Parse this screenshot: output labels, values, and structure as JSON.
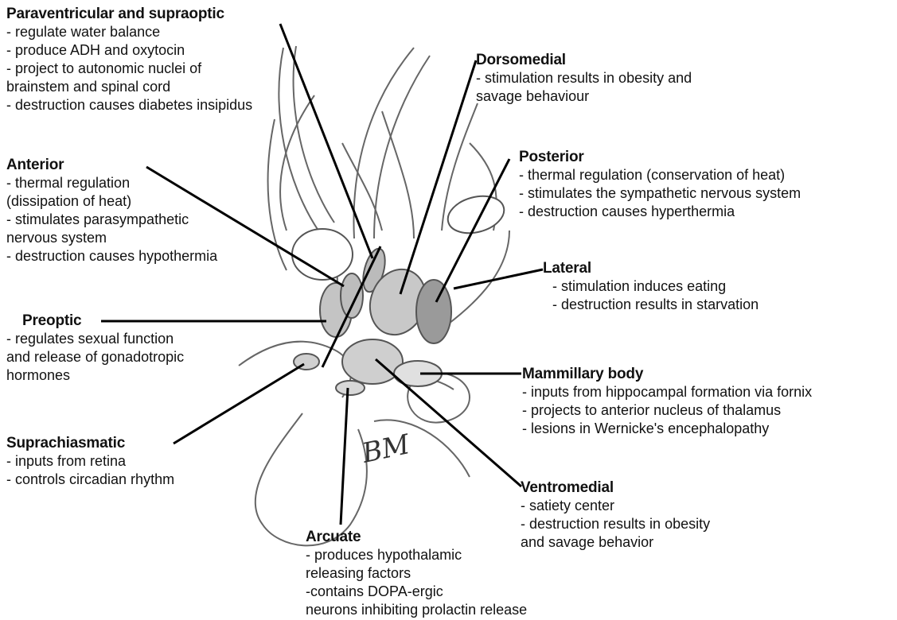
{
  "labels": {
    "paraventricular": {
      "title": "Paraventricular and supraoptic",
      "lines": [
        "- regulate water balance",
        "- produce ADH and oxytocin",
        "- project to autonomic nuclei of",
        "brainstem and spinal cord",
        "- destruction causes diabetes insipidus"
      ]
    },
    "dorsomedial": {
      "title": "Dorsomedial",
      "lines": [
        "- stimulation results in obesity and",
        "savage behaviour"
      ]
    },
    "anterior": {
      "title": "Anterior",
      "lines": [
        "- thermal regulation",
        "(dissipation of heat)",
        "- stimulates parasympathetic",
        "nervous system",
        "- destruction causes hypothermia"
      ]
    },
    "posterior": {
      "title": "Posterior",
      "lines": [
        "- thermal regulation (conservation of heat)",
        "- stimulates the sympathetic nervous system",
        "- destruction causes hyperthermia"
      ]
    },
    "lateral": {
      "title": "Lateral",
      "lines": [
        "- stimulation induces eating",
        "- destruction results in starvation"
      ]
    },
    "preoptic": {
      "title": "Preoptic",
      "lines": [
        "- regulates sexual function",
        "and release of gonadotropic",
        "hormones"
      ]
    },
    "mammillary": {
      "title": "Mammillary body",
      "lines": [
        "- inputs from hippocampal formation via fornix",
        "- projects to anterior nucleus of thalamus",
        "- lesions in Wernicke's encephalopathy"
      ]
    },
    "suprachiasmatic": {
      "title": "Suprachiasmatic",
      "lines": [
        "- inputs from retina",
        "- controls circadian rhythm"
      ]
    },
    "ventromedial": {
      "title": "Ventromedial",
      "lines": [
        "- satiety center",
        "- destruction results in obesity",
        "and savage behavior"
      ]
    },
    "arcuate": {
      "title": "Arcuate",
      "lines": [
        "- produces hypothalamic",
        "releasing factors",
        "-contains DOPA-ergic",
        "neurons inhibiting prolactin release"
      ]
    }
  },
  "artist_signature": "BM"
}
